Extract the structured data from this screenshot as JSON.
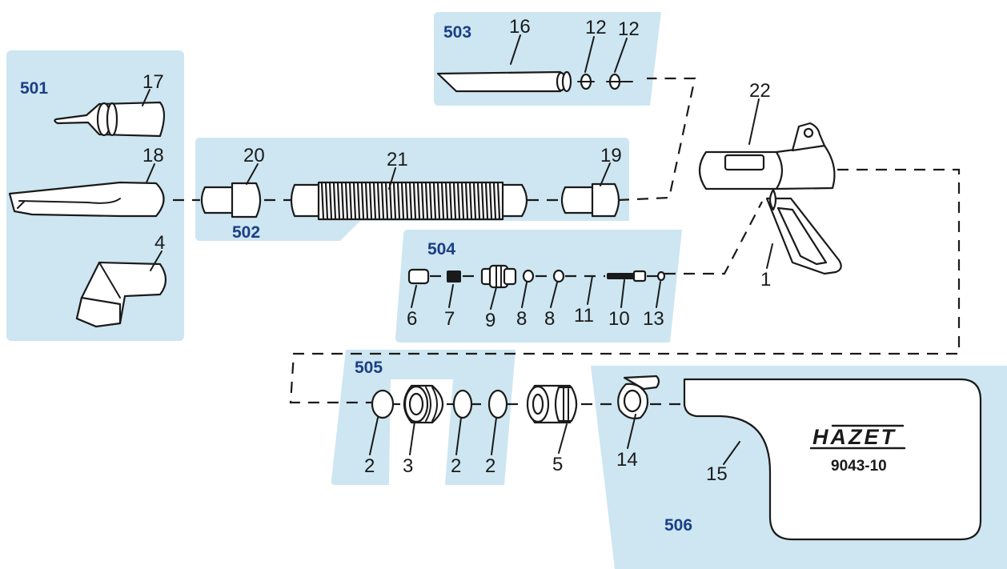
{
  "groups": {
    "g501": "501",
    "g502": "502",
    "g503": "503",
    "g504": "504",
    "g505": "505",
    "g506": "506"
  },
  "parts": {
    "p1": "1",
    "p2a": "2",
    "p2b": "2",
    "p2c": "2",
    "p3": "3",
    "p4": "4",
    "p5": "5",
    "p6": "6",
    "p7": "7",
    "p8a": "8",
    "p8b": "8",
    "p9": "9",
    "p10": "10",
    "p11": "11",
    "p12a": "12",
    "p12b": "12",
    "p13": "13",
    "p14": "14",
    "p15": "15",
    "p16": "16",
    "p17": "17",
    "p18": "18",
    "p19": "19",
    "p20": "20",
    "p21": "21",
    "p22": "22"
  },
  "bag": {
    "brand": "HAZET",
    "model": "9043-10"
  },
  "colors": {
    "panel": "#cde6f1",
    "group_label": "#1b3f86",
    "line": "#1a1a1a"
  }
}
